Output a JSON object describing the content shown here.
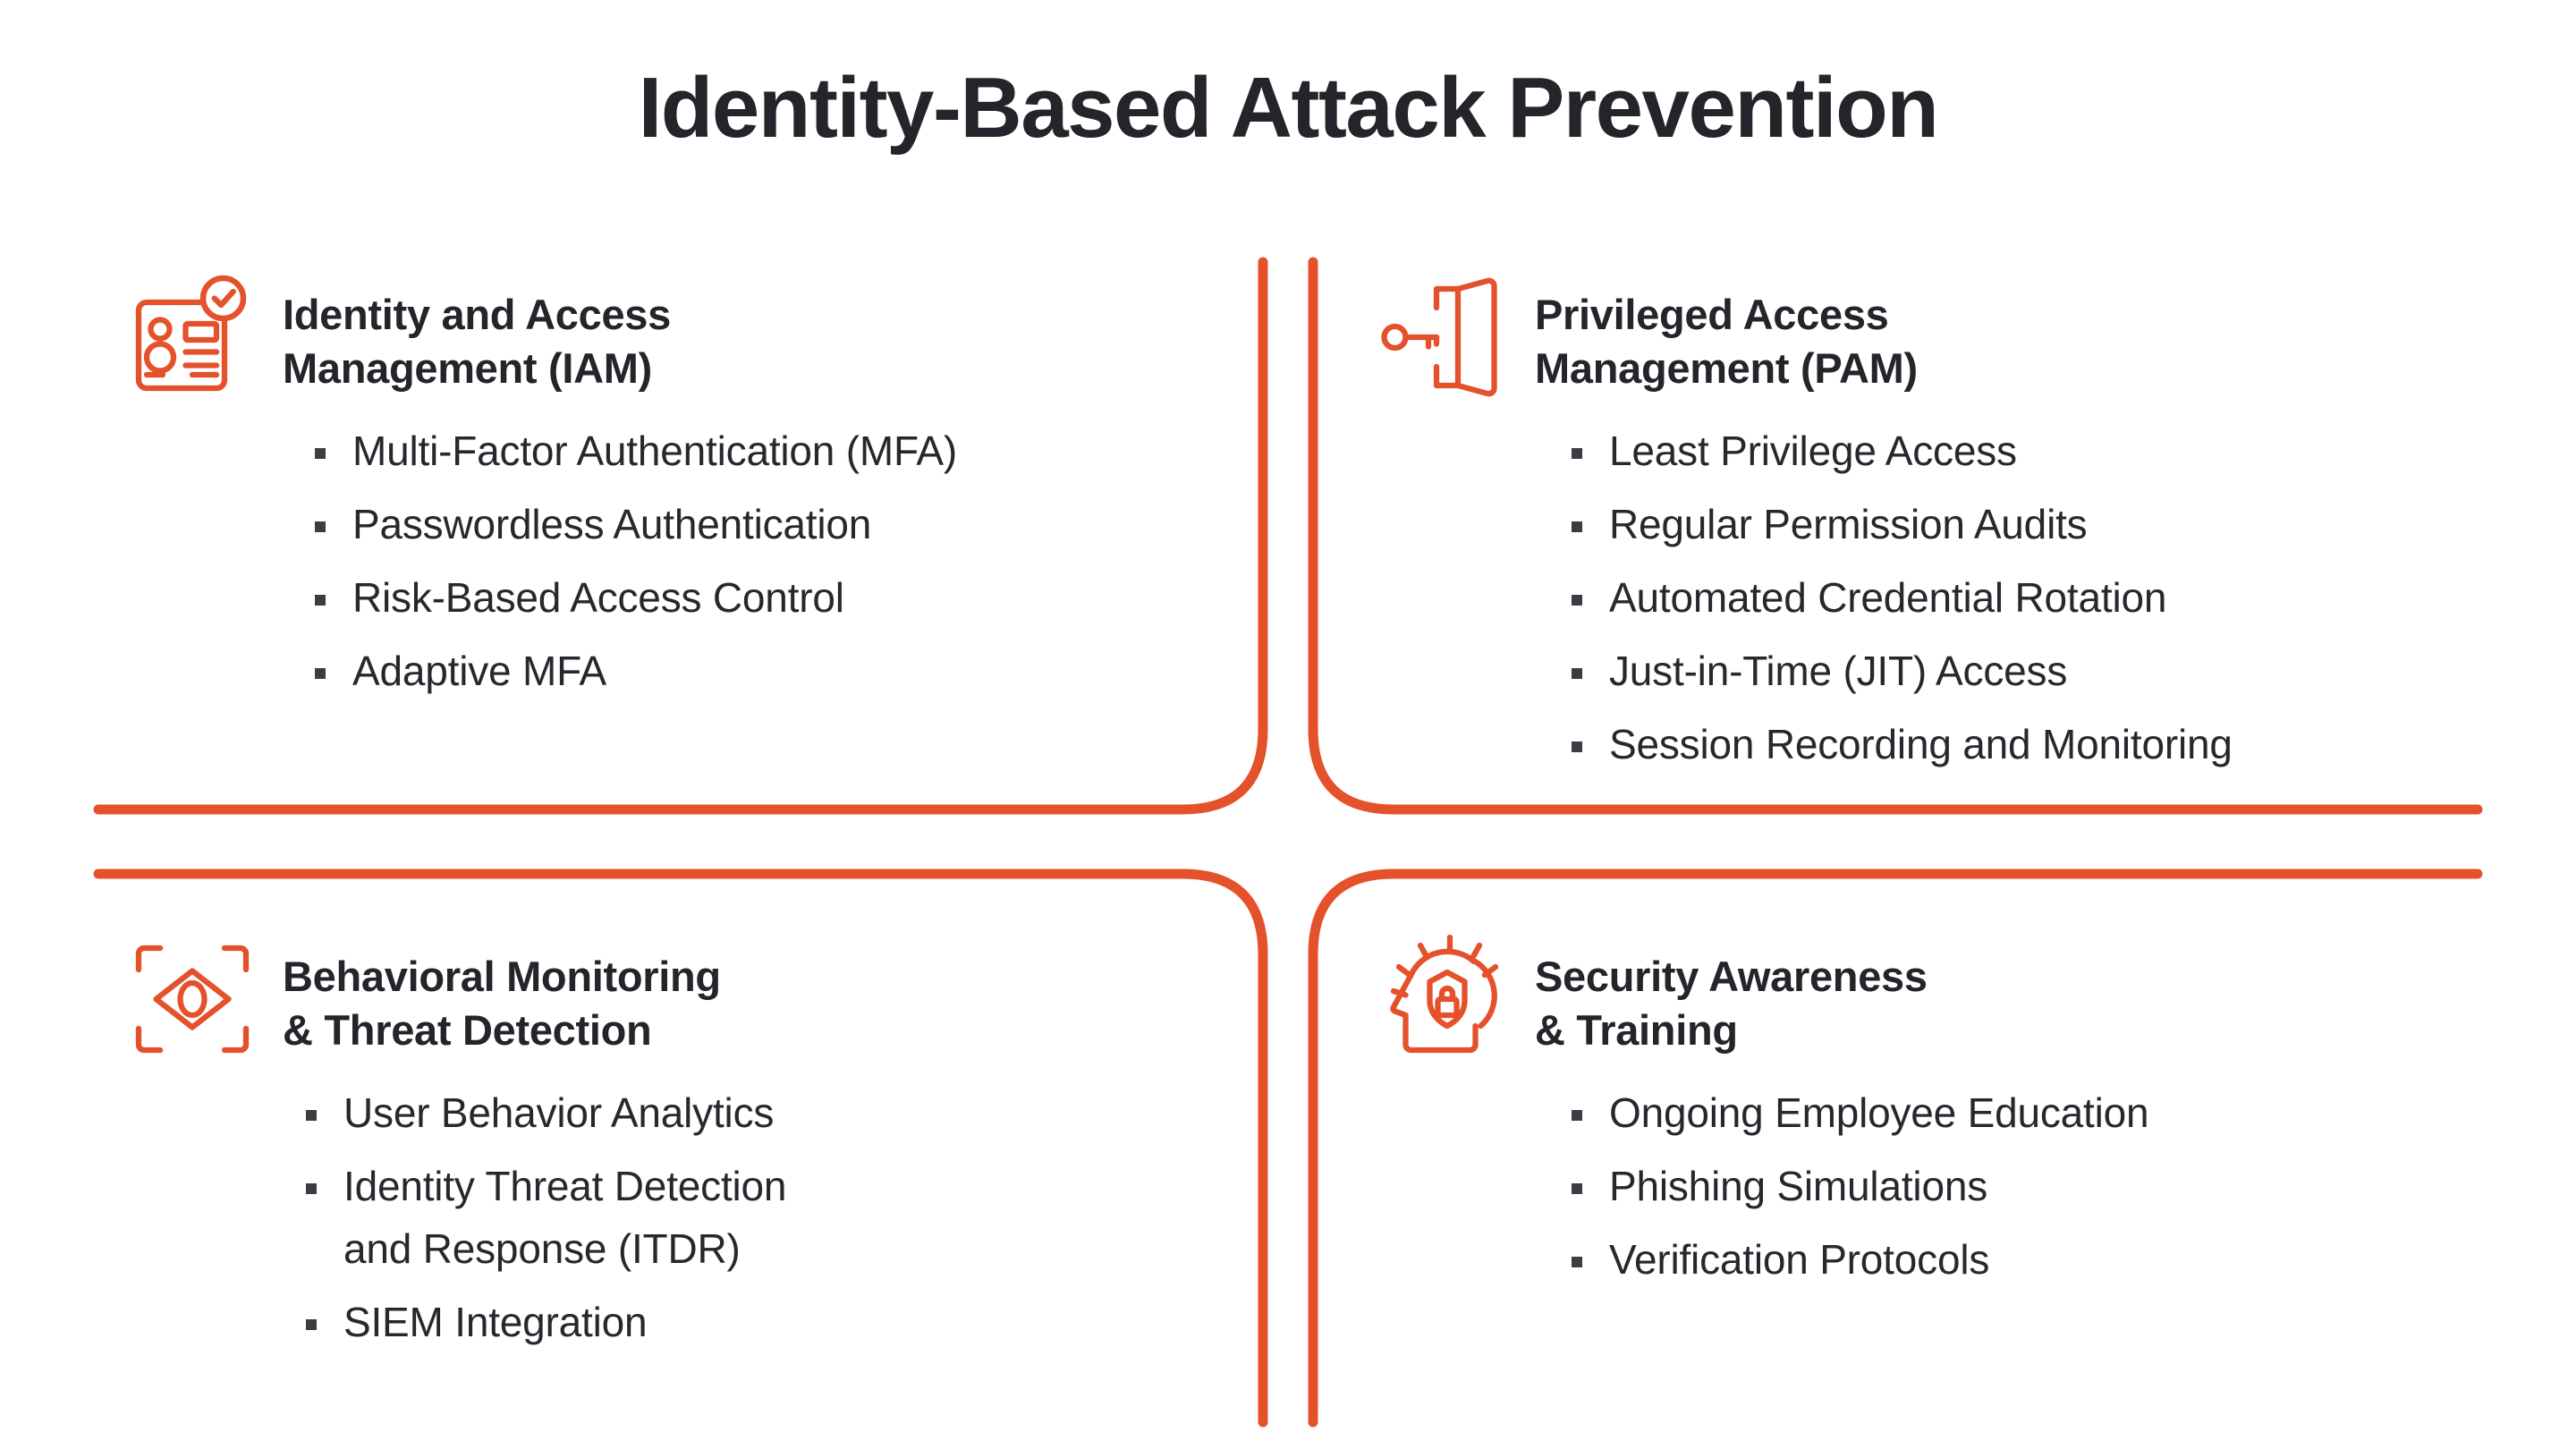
{
  "title": "Identity-Based Attack Prevention",
  "colors": {
    "accent": "#E4512B",
    "heading": "#23252a",
    "body": "#26282d",
    "background": "#ffffff",
    "bullet_marker": "#3b3d42"
  },
  "quadrants": [
    {
      "id": "iam",
      "icon": "id-card-check-icon",
      "title": "Identity and Access\nManagement (IAM)",
      "items": [
        "Multi-Factor Authentication (MFA)",
        "Passwordless Authentication",
        "Risk-Based Access Control",
        "Adaptive MFA"
      ]
    },
    {
      "id": "pam",
      "icon": "key-door-icon",
      "title": "Privileged Access\nManagement (PAM)",
      "items": [
        "Least Privilege Access",
        "Regular Permission Audits",
        "Automated Credential Rotation",
        "Just-in-Time (JIT) Access",
        "Session Recording and Monitoring"
      ]
    },
    {
      "id": "behavioral-monitoring",
      "icon": "eye-scan-icon",
      "title": "Behavioral Monitoring\n& Threat Detection",
      "items": [
        "User Behavior Analytics",
        "Identity Threat Detection\nand Response (ITDR)",
        "SIEM Integration"
      ]
    },
    {
      "id": "security-awareness",
      "icon": "head-shield-lock-icon",
      "title": "Security Awareness\n& Training",
      "items": [
        "Ongoing Employee Education",
        "Phishing Simulations",
        "Verification Protocols"
      ]
    }
  ]
}
